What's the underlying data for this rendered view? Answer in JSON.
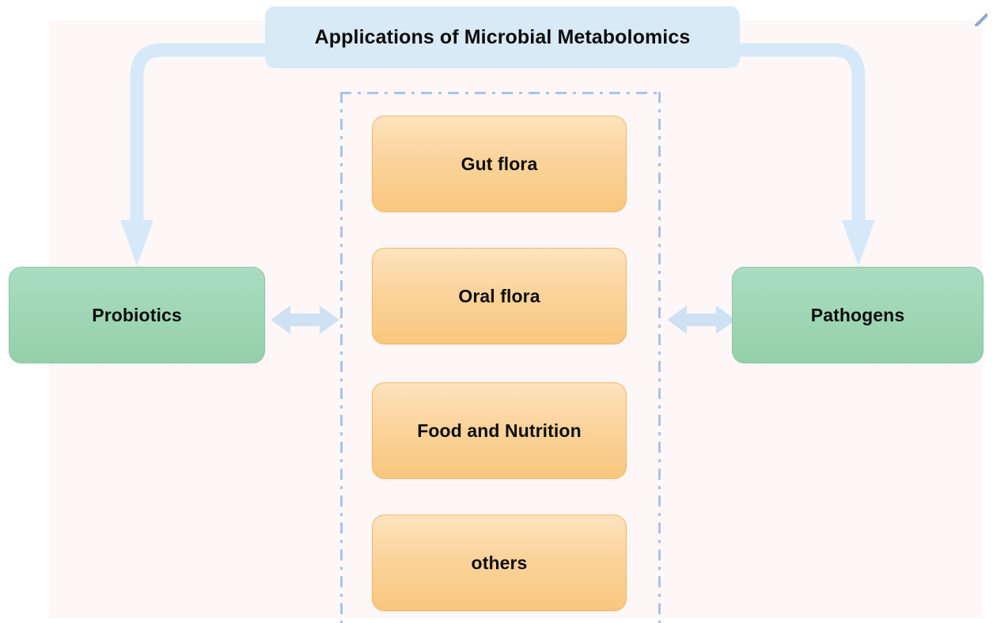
{
  "figure": {
    "title": "Applications of Microbial Metabolomics",
    "kind": "flow-diagram"
  },
  "title_banner": {
    "label": "Applications of Microbial Metabolomics",
    "fill": "#d9eaf7"
  },
  "outcomes": {
    "left": {
      "label": "Probiotics",
      "fill": "#9ed6b4"
    },
    "right": {
      "label": "Pathogens",
      "fill": "#9ed6b4"
    }
  },
  "categories": {
    "frame_style": "dash-dot",
    "frame_color": "#aac3e8",
    "fill": "#fbd49c",
    "items": [
      {
        "label": "Gut flora"
      },
      {
        "label": "Oral flora"
      },
      {
        "label": "Food and Nutrition"
      },
      {
        "label": "others"
      }
    ]
  },
  "connectors": {
    "color": "#d6e9f8",
    "elbow_left": "elbow-arrow-title-to-probiotics",
    "elbow_right": "elbow-arrow-title-to-pathogens",
    "bidir_left": "double-arrow-probiotics-categories",
    "bidir_right": "double-arrow-categories-pathogens"
  },
  "canvas": {
    "background": "#ffffff",
    "panel_background": "#fdf7f8"
  }
}
